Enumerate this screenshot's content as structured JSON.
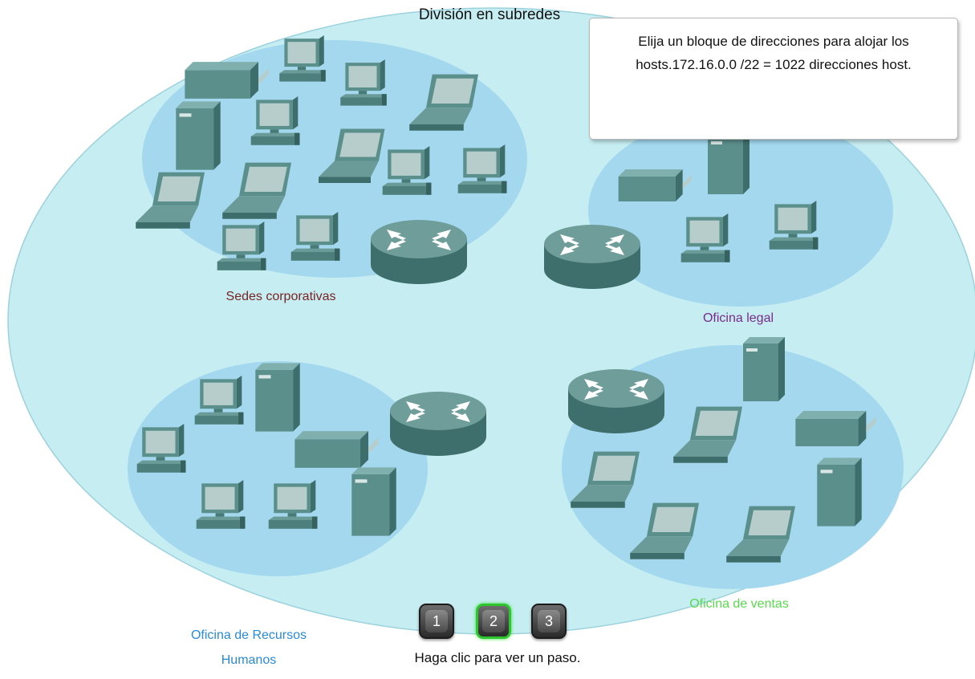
{
  "title": "División en subredes",
  "callout": {
    "text": "Elija un bloque de direcciones para alojar los hosts.172.16.0.0 /22 = 1022 direcciones host."
  },
  "sites": {
    "headquarters": "Sedes corporativas",
    "legal": "Oficina legal",
    "hr": "Oficina de Recursos Humanos",
    "sales": "Oficina de ventas"
  },
  "site_colors": {
    "headquarters": "#7a2323",
    "legal": "#7a2a8a",
    "hr": "#2a8ad6",
    "sales": "#59d94f"
  },
  "steps": {
    "items": [
      "1",
      "2",
      "3"
    ],
    "active": "2",
    "hint": "Haga clic para ver un paso."
  },
  "icons": [
    "router-icon",
    "pc-icon",
    "laptop-icon",
    "server-icon",
    "printer-icon"
  ]
}
